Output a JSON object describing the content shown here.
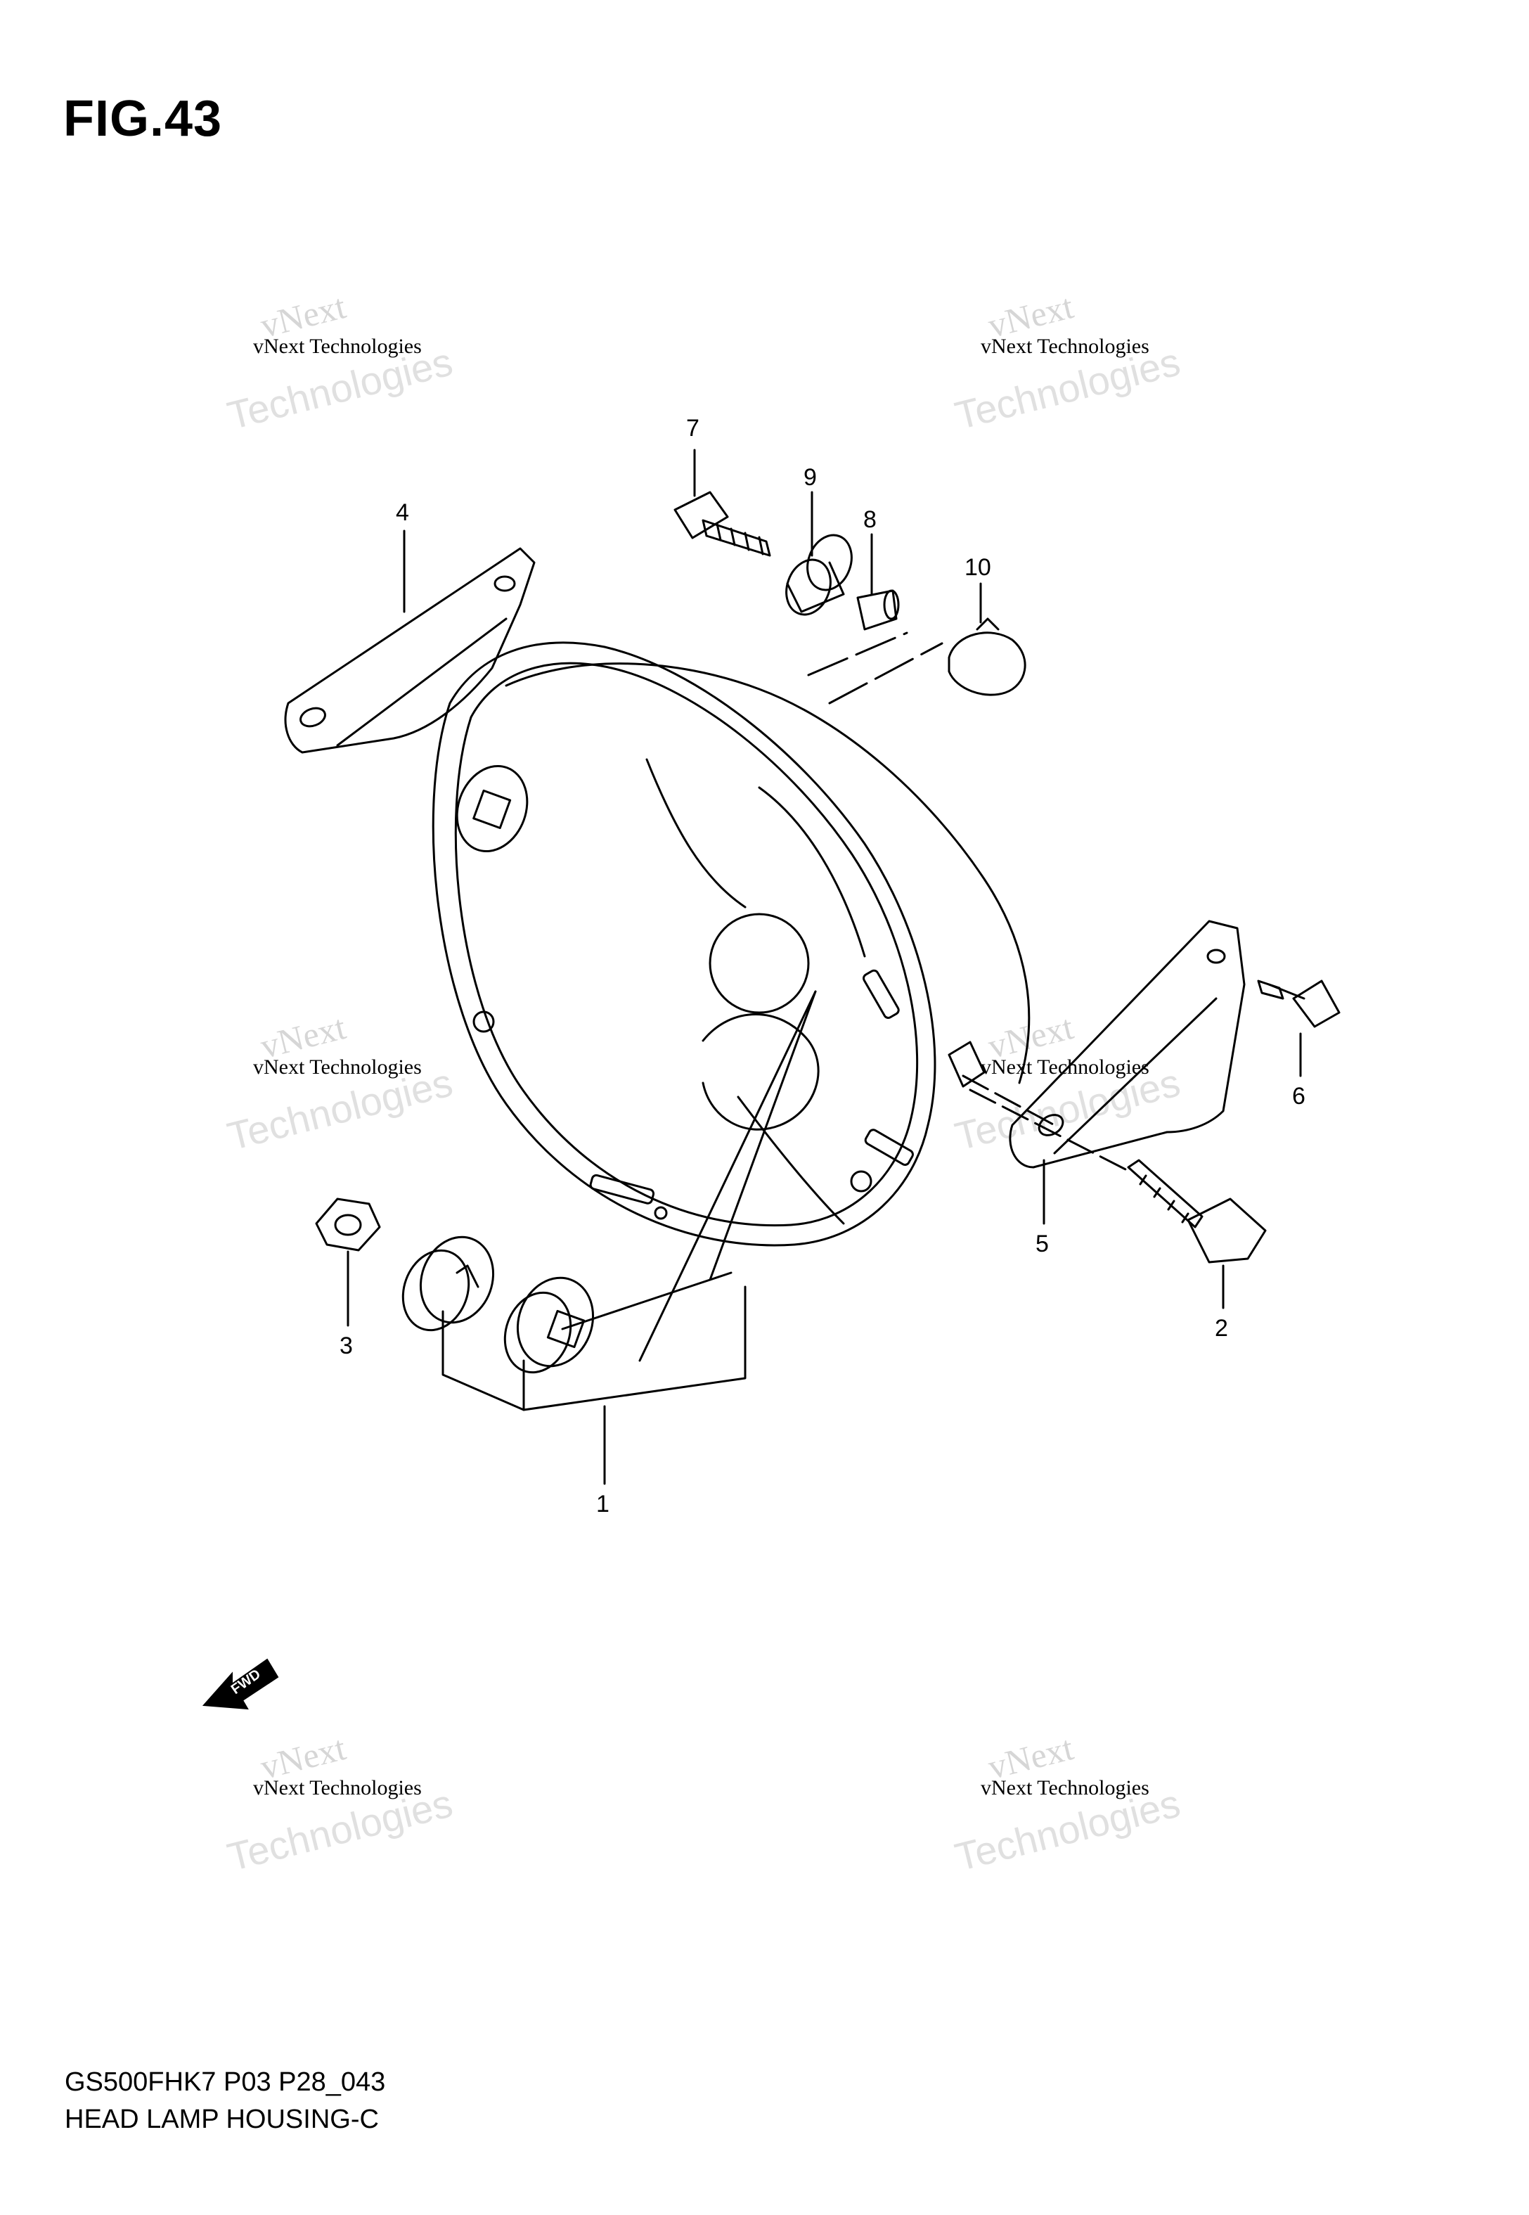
{
  "figure": {
    "title": "FIG.43",
    "model_code": "GS500FHK7 P03 P28_043",
    "name": "HEAD LAMP HOUSING-C"
  },
  "callouts": [
    "1",
    "2",
    "3",
    "4",
    "5",
    "6",
    "7",
    "8",
    "9",
    "10"
  ],
  "watermark": {
    "top": "vNext",
    "middle": "vNext Technologies",
    "bottom": "Technologies"
  },
  "direction_marker": "FWD",
  "colors": {
    "line": "#000000",
    "watermark": "#d6d6d6",
    "background": "#ffffff"
  }
}
